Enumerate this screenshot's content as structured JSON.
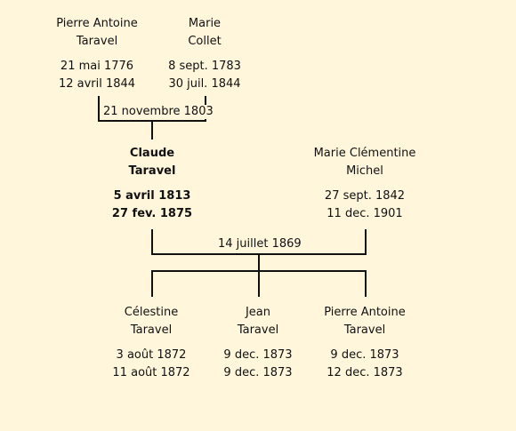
{
  "people": {
    "pierre_antoine_sr": {
      "first": "Pierre Antoine",
      "last": "Taravel",
      "born": "21 mai 1776",
      "died": "12 avril 1844"
    },
    "marie_collet": {
      "first": "Marie",
      "last": "Collet",
      "born": "8 sept. 1783",
      "died": "30 juil. 1844"
    },
    "claude": {
      "first": "Claude",
      "last": "Taravel",
      "born": "5 avril 1813",
      "died": "27 fev. 1875"
    },
    "marie_clementine": {
      "first": "Marie Clémentine",
      "last": "Michel",
      "born": "27 sept. 1842",
      "died": "11 dec. 1901"
    },
    "celestine": {
      "first": "Célestine",
      "last": "Taravel",
      "born": "3 août 1872",
      "died": "11 août 1872"
    },
    "jean": {
      "first": "Jean",
      "last": "Taravel",
      "born": "9 dec. 1873",
      "died": "9 dec. 1873"
    },
    "pierre_antoine_jr": {
      "first": "Pierre Antoine",
      "last": "Taravel",
      "born": "9 dec. 1873",
      "died": "12 dec. 1873"
    }
  },
  "marriages": {
    "m1": "21 novembre 1803",
    "m2": "14 juillet 1869"
  }
}
